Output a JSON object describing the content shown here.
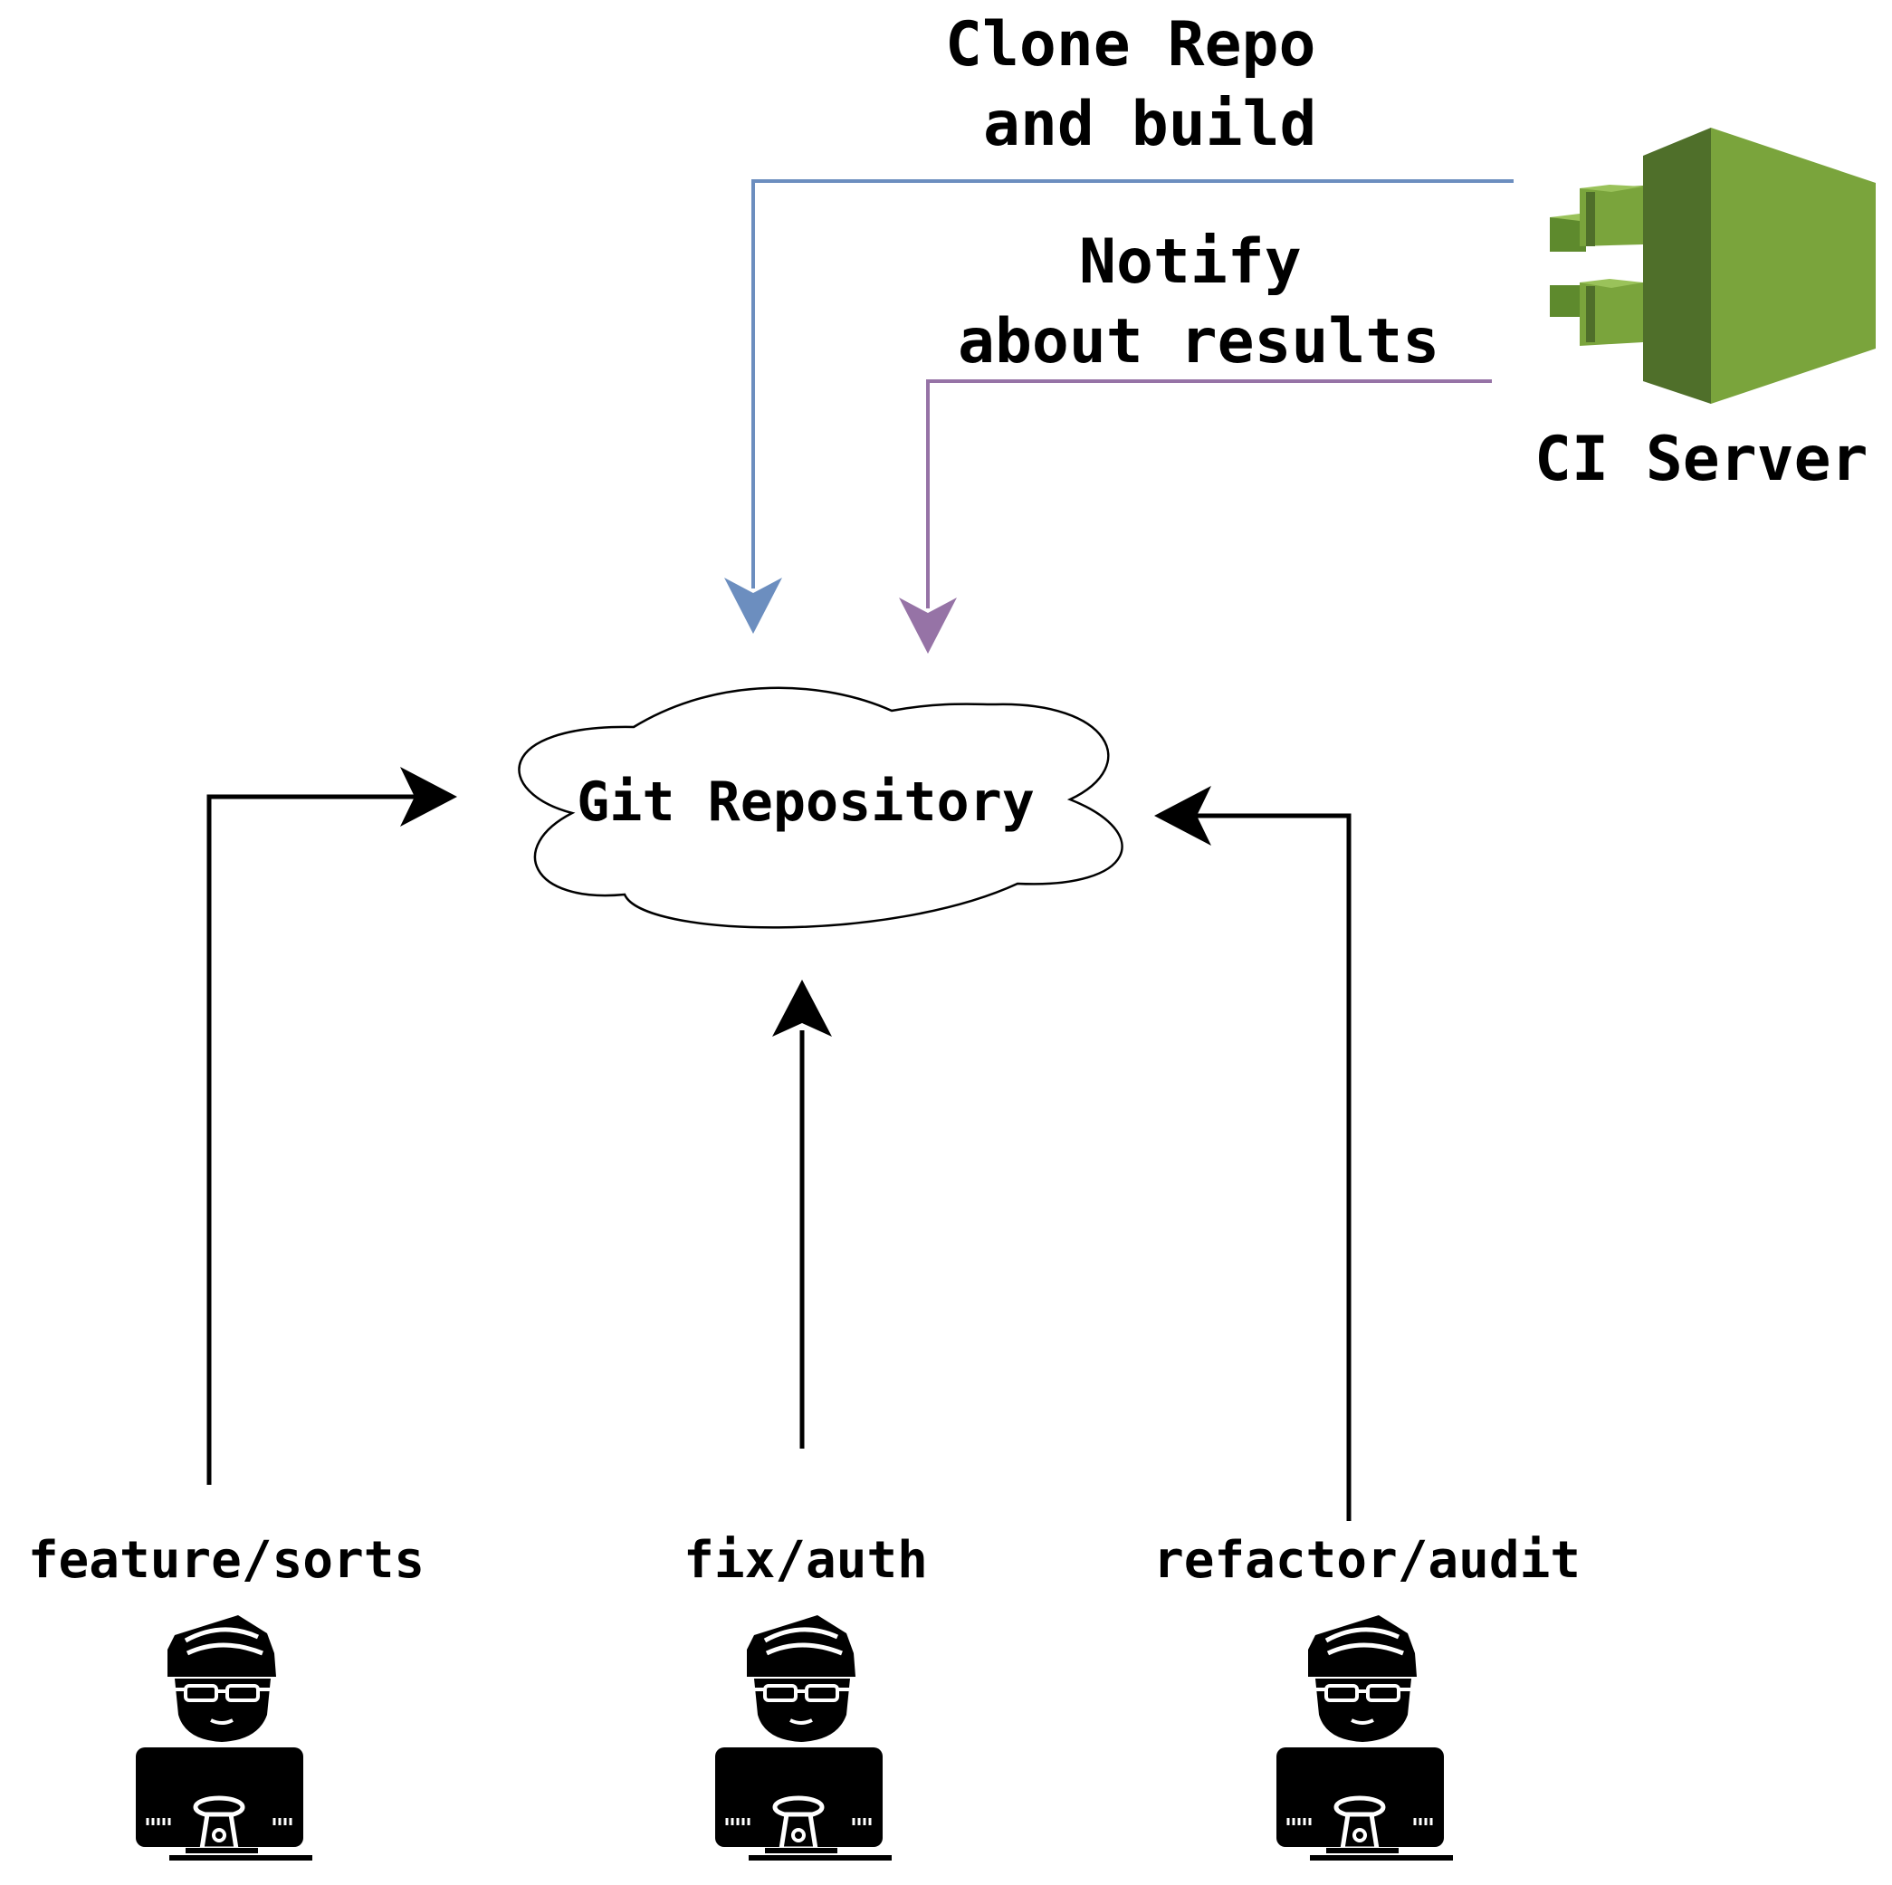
{
  "labels": {
    "clone_line1": "Clone Repo",
    "clone_line2": "and build",
    "notify_line1": "Notify",
    "notify_line2": "about results",
    "ci_server": "CI Server",
    "git_repository": "Git Repository"
  },
  "developers": [
    {
      "branch": "feature/sorts",
      "icon": "developer-at-computer-icon"
    },
    {
      "branch": "fix/auth",
      "icon": "developer-at-computer-icon"
    },
    {
      "branch": "refactor/audit",
      "icon": "developer-at-computer-icon"
    }
  ],
  "icons": {
    "ci_server": "aws-codebuild-server-icon",
    "repository": "cloud-shape"
  },
  "colors": {
    "clone_arrow": "#6C8EBF",
    "notify_arrow": "#9673A6",
    "push_arrow": "#000000",
    "server_green_light": "#7AA43C",
    "server_green_dark": "#4F6F2A",
    "server_green_mid": "#5E8A2D"
  }
}
